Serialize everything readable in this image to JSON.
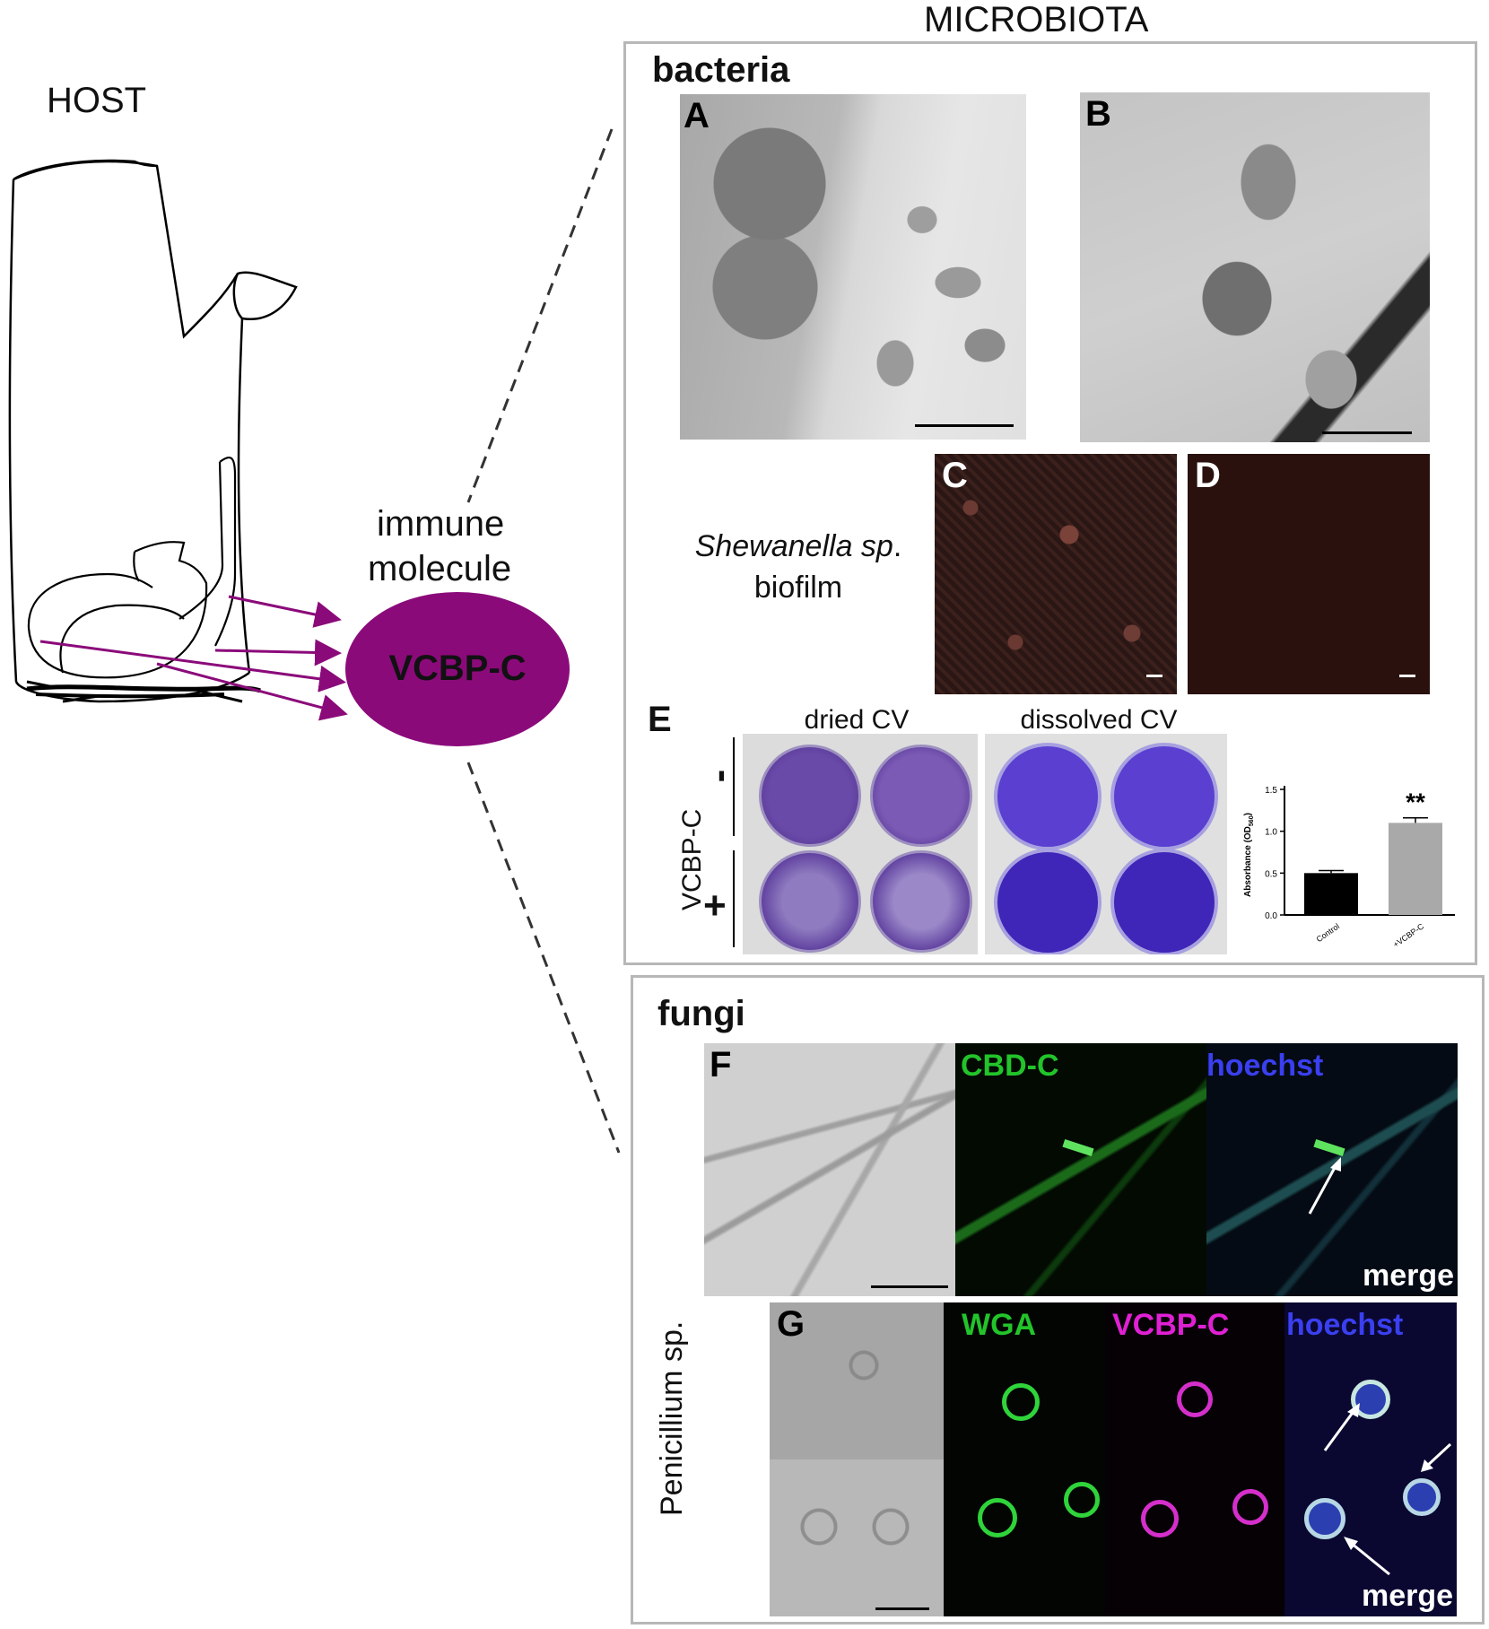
{
  "host": {
    "label": "HOST"
  },
  "immune": {
    "line1": "immune",
    "line2": "molecule",
    "name": "VCBP-C",
    "color": "#8b0a7a"
  },
  "microbiota": {
    "title": "MICROBIOTA"
  },
  "bacteria": {
    "title": "bacteria",
    "panels": {
      "A": "A",
      "B": "B",
      "C": "C",
      "D": "D",
      "E": "E"
    },
    "biofilm": {
      "species": "Shewanella sp.",
      "species_word": "Shewanella sp",
      "dot": ".",
      "label": "biofilm"
    },
    "plates": {
      "dried_label": "dried CV",
      "dissolved_label": "dissolved CV",
      "side_label": "VCBP-C",
      "minus": "-",
      "plus": "+"
    }
  },
  "chart_data": {
    "type": "bar",
    "categories": [
      "Control",
      "+VCBP-C"
    ],
    "values": [
      0.5,
      1.1
    ],
    "errors": [
      0.03,
      0.06
    ],
    "colors": [
      "#000000",
      "#a9a9a9"
    ],
    "ylabel": "Absorbance (OD",
    "ylabel_sub": "560",
    "ylabel_end": ")",
    "ylim": [
      0,
      1.5
    ],
    "yticks": [
      "0.0",
      "0.5",
      "1.0",
      "1.5"
    ],
    "ytick_values": [
      0,
      0.5,
      1.0,
      1.5
    ],
    "significance": "**"
  },
  "fungi": {
    "title": "fungi",
    "panels": {
      "F": "F",
      "G": "G"
    },
    "species": "Penicillium sp.",
    "F_channels": {
      "cbd": "CBD-C",
      "hoechst": "hoechst",
      "merge": "merge"
    },
    "G_channels": {
      "wga": "WGA",
      "vcbp": "VCBP-C",
      "hoechst": "hoechst",
      "merge": "merge"
    }
  }
}
